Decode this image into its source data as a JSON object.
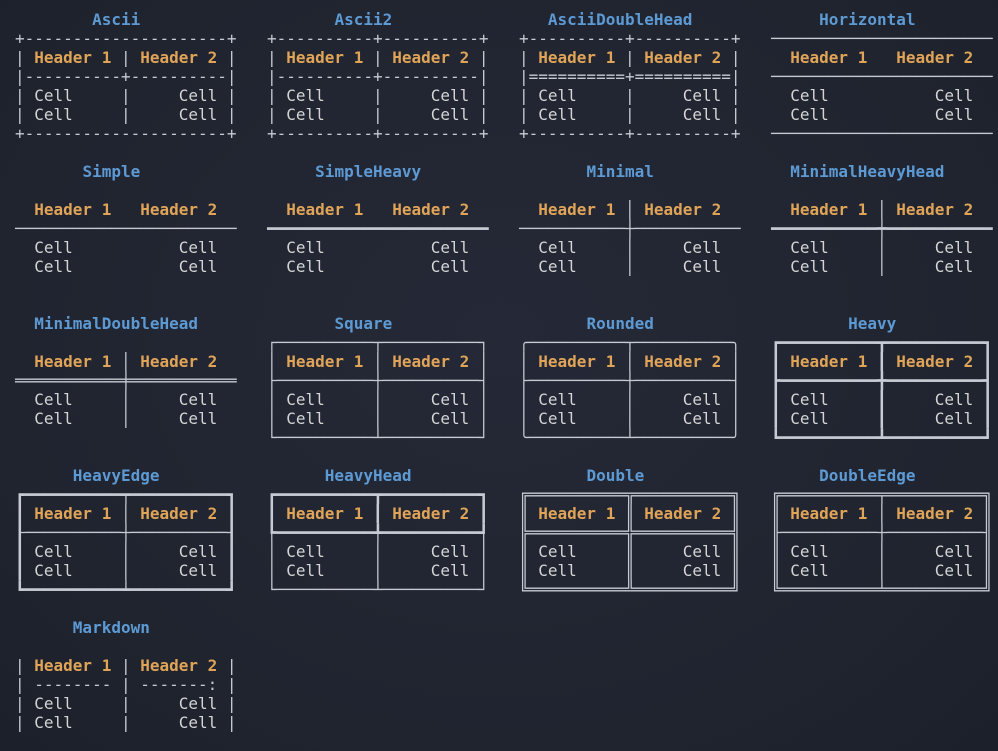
{
  "page": {
    "description": "Gallery of table box drawing styles rendered in a terminal",
    "colors": {
      "bg": "#212531",
      "title": "#5d9ad4",
      "header": "#e0a458",
      "cell": "#d5d5d5",
      "border": "#c6cad2"
    }
  },
  "table_content": {
    "headers": [
      "Header 1",
      "Header 2"
    ],
    "rows": [
      [
        "Cell",
        "Cell"
      ],
      [
        "Cell",
        "Cell"
      ]
    ]
  },
  "tiles": [
    {
      "title": "Ascii",
      "lines": [
        "+---------------------+",
        "| Header 1 | Header 2 |",
        "|----------+----------|",
        "| Cell     |     Cell |",
        "| Cell     |     Cell |",
        "+---------------------+"
      ]
    },
    {
      "title": "Ascii2",
      "lines": [
        "+----------+----------+",
        "| Header 1 | Header 2 |",
        "|----------+----------|",
        "| Cell     |     Cell |",
        "| Cell     |     Cell |",
        "+----------+----------+"
      ]
    },
    {
      "title": "AsciiDoubleHead",
      "lines": [
        "+----------+----------+",
        "| Header 1 | Header 2 |",
        "|==========+==========|",
        "| Cell     |     Cell |",
        "| Cell     |     Cell |",
        "+----------+----------+"
      ]
    },
    {
      "title": "Horizontal",
      "lines": [
        "───────────────────────",
        "  Header 1   Header 2  ",
        "───────────────────────",
        "  Cell           Cell  ",
        "  Cell           Cell  ",
        "───────────────────────"
      ]
    },
    {
      "title": "Simple",
      "lines": [
        "",
        "  Header 1   Header 2  ",
        "───────────────────────",
        "  Cell           Cell  ",
        "  Cell           Cell  ",
        ""
      ]
    },
    {
      "title": "SimpleHeavy",
      "lines": [
        "",
        "  Header 1   Header 2  ",
        "━━━━━━━━━━━━━━━━━━━━━━━",
        "  Cell           Cell  ",
        "  Cell           Cell  ",
        ""
      ]
    },
    {
      "title": "Minimal",
      "lines": [
        "",
        "  Header 1 │ Header 2  ",
        "───────────┼───────────",
        "  Cell     │     Cell  ",
        "  Cell     │     Cell  ",
        ""
      ]
    },
    {
      "title": "MinimalHeavyHead",
      "lines": [
        "",
        "  Header 1 │ Header 2  ",
        "━━━━━━━━━━━┿━━━━━━━━━━━",
        "  Cell     │     Cell  ",
        "  Cell     │     Cell  ",
        ""
      ]
    },
    {
      "title": "MinimalDoubleHead",
      "lines": [
        "",
        "  Header 1 │ Header 2  ",
        "═══════════╪═══════════",
        "  Cell     │     Cell  ",
        "  Cell     │     Cell  ",
        ""
      ]
    },
    {
      "title": "Square",
      "lines": [
        "┌──────────┬──────────┐",
        "│ Header 1 │ Header 2 │",
        "├──────────┼──────────┤",
        "│ Cell     │     Cell │",
        "│ Cell     │     Cell │",
        "└──────────┴──────────┘"
      ]
    },
    {
      "title": "Rounded",
      "lines": [
        "╭──────────┬──────────╮",
        "│ Header 1 │ Header 2 │",
        "├──────────┼──────────┤",
        "│ Cell     │     Cell │",
        "│ Cell     │     Cell │",
        "╰──────────┴──────────╯"
      ]
    },
    {
      "title": "Heavy",
      "lines": [
        "┏━━━━━━━━━━┳━━━━━━━━━━┓",
        "┃ Header 1 ┃ Header 2 ┃",
        "┣━━━━━━━━━━╋━━━━━━━━━━┫",
        "┃ Cell     ┃     Cell ┃",
        "┃ Cell     ┃     Cell ┃",
        "┗━━━━━━━━━━┻━━━━━━━━━━┛"
      ]
    },
    {
      "title": "HeavyEdge",
      "lines": [
        "┏━━━━━━━━━━┯━━━━━━━━━━┓",
        "┃ Header 1 │ Header 2 ┃",
        "┠──────────┼──────────┨",
        "┃ Cell     │     Cell ┃",
        "┃ Cell     │     Cell ┃",
        "┗━━━━━━━━━━┷━━━━━━━━━━┛"
      ]
    },
    {
      "title": "HeavyHead",
      "lines": [
        "┏━━━━━━━━━━┳━━━━━━━━━━┓",
        "┃ Header 1 ┃ Header 2 ┃",
        "┡━━━━━━━━━━╇━━━━━━━━━━┩",
        "│ Cell     │     Cell │",
        "│ Cell     │     Cell │",
        "└──────────┴──────────┘"
      ]
    },
    {
      "title": "Double",
      "lines": [
        "╔══════════╦══════════╗",
        "║ Header 1 ║ Header 2 ║",
        "╠══════════╬══════════╣",
        "║ Cell     ║     Cell ║",
        "║ Cell     ║     Cell ║",
        "╚══════════╩══════════╝"
      ]
    },
    {
      "title": "DoubleEdge",
      "lines": [
        "╔══════════╤══════════╗",
        "║ Header 1 │ Header 2 ║",
        "╟──────────┼──────────╢",
        "║ Cell     │     Cell ║",
        "║ Cell     │     Cell ║",
        "╚══════════╧══════════╝"
      ]
    },
    {
      "title": "Markdown",
      "lines": [
        "",
        "| Header 1 | Header 2 |",
        "| -------- | -------: |",
        "| Cell     |     Cell |",
        "| Cell     |     Cell |",
        ""
      ]
    }
  ]
}
